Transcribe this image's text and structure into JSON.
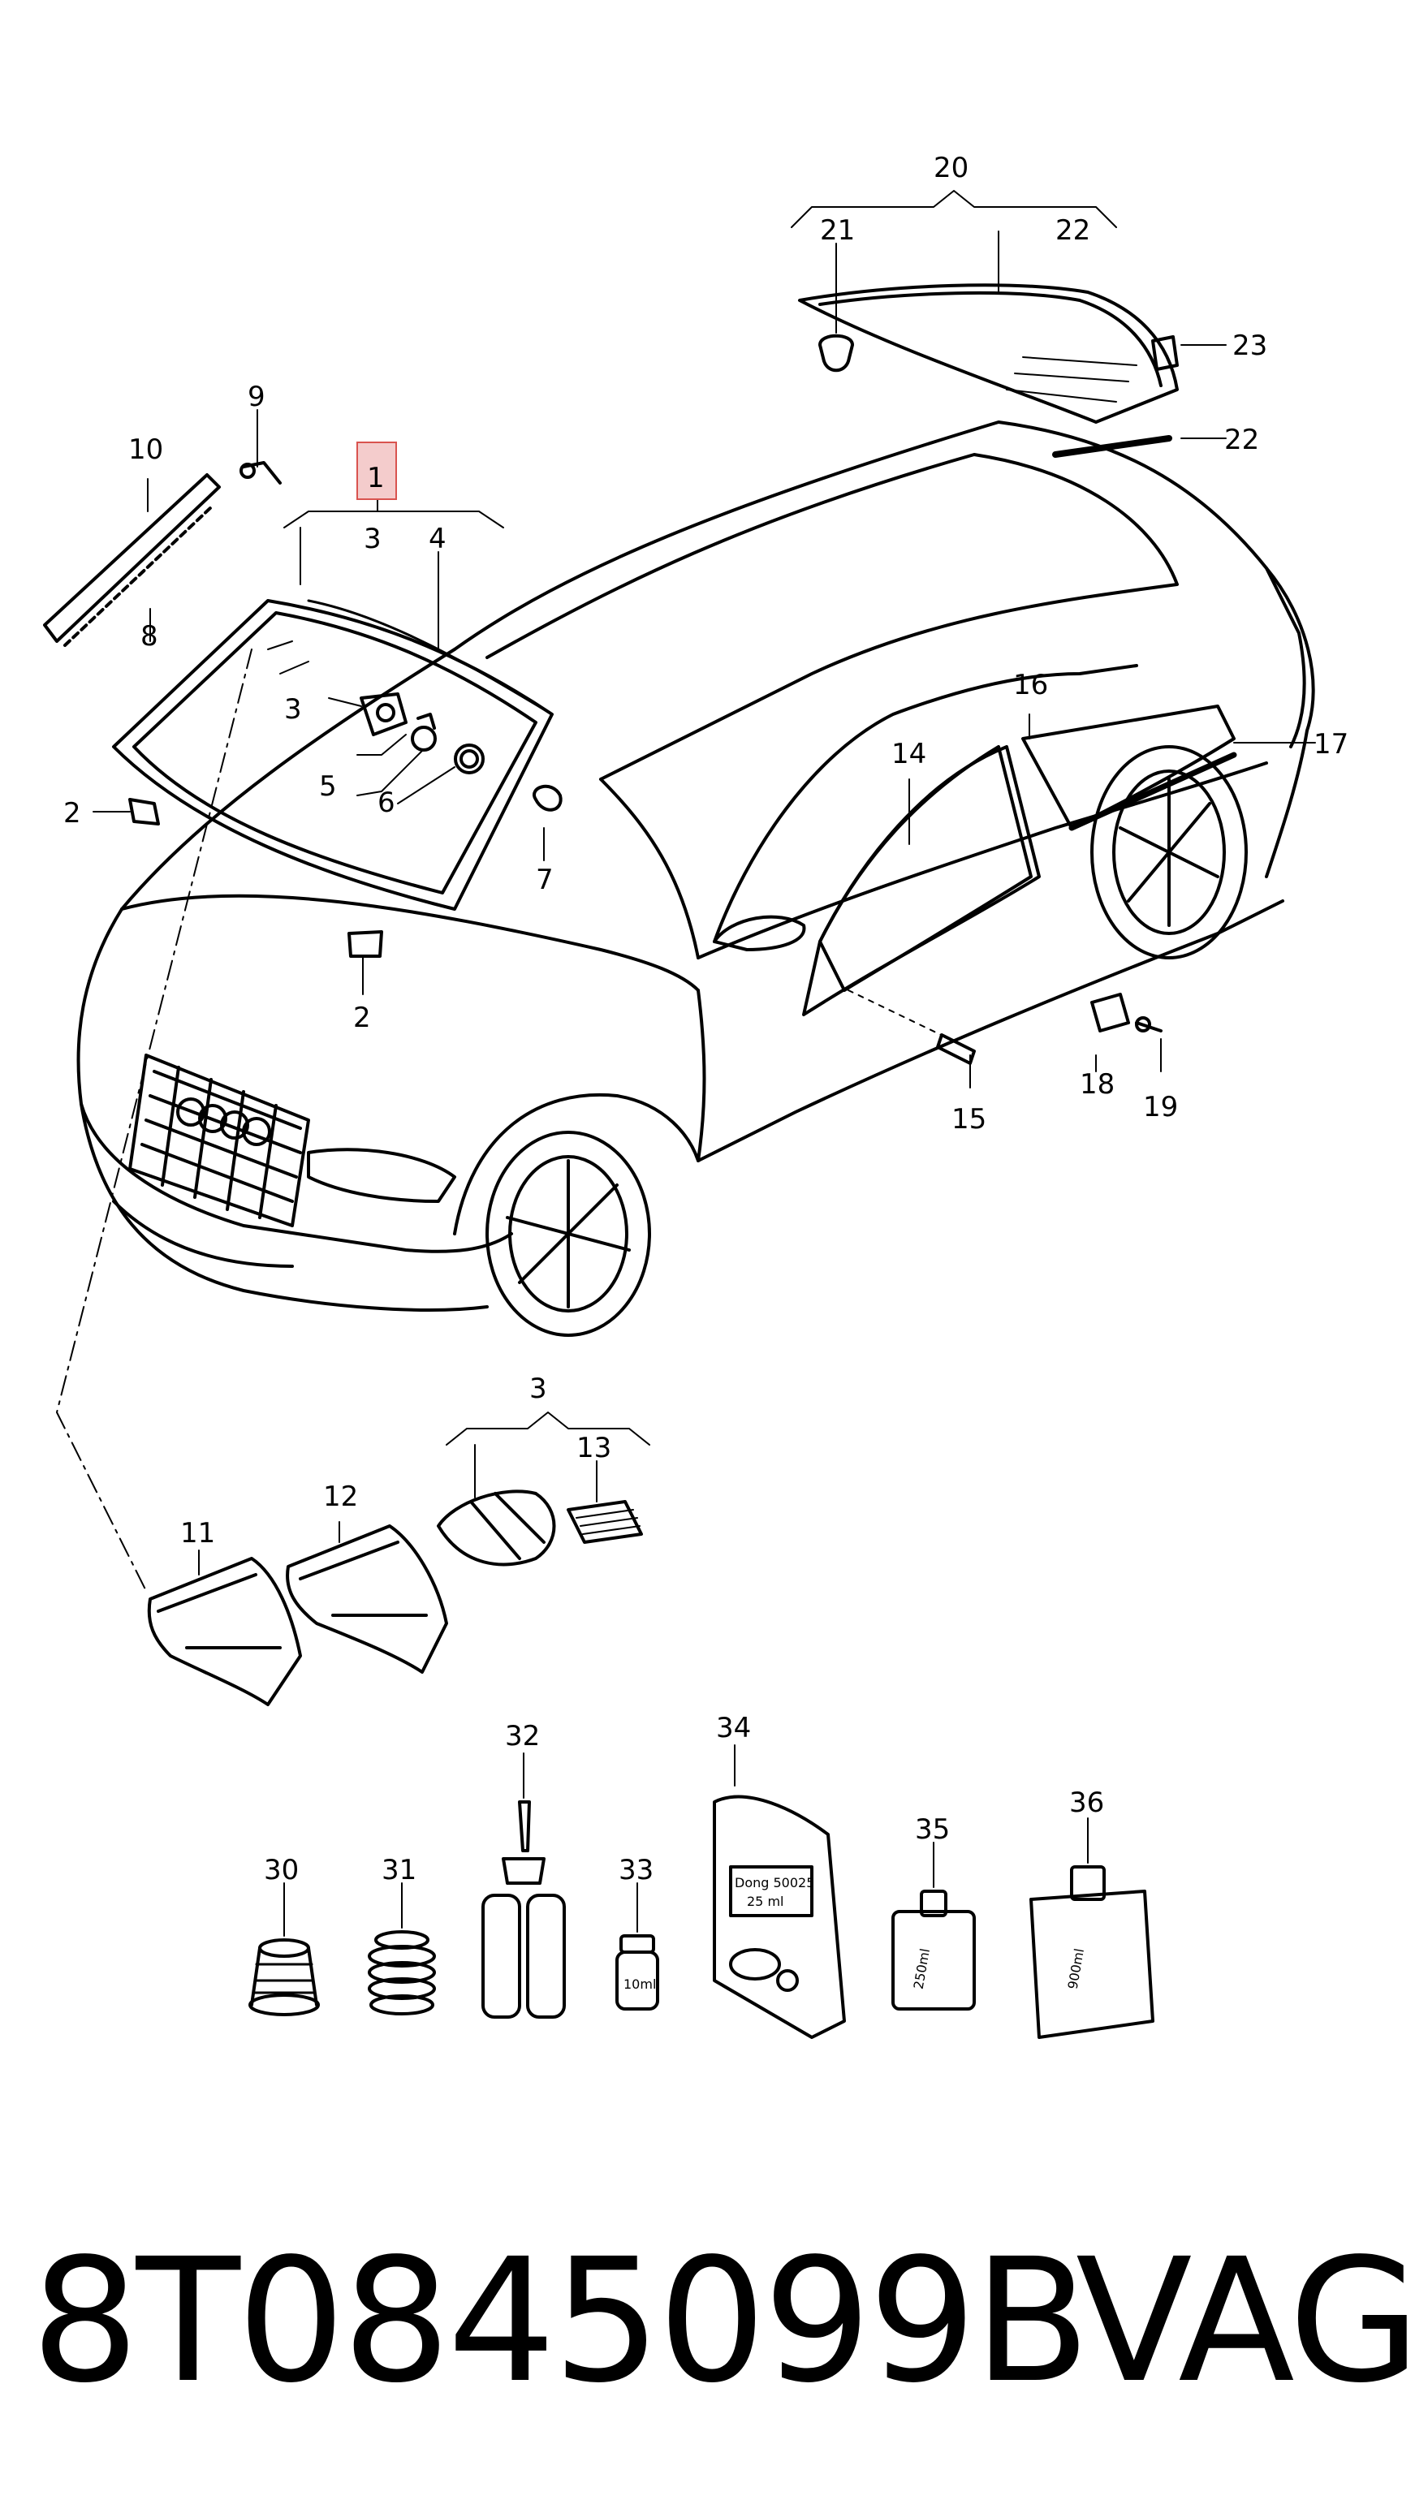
{
  "diagram": {
    "callouts": {
      "c1": "1",
      "c2a": "2",
      "c2b": "2",
      "c3a": "3",
      "c3b": "3",
      "c3c": "3",
      "c4": "4",
      "c5": "5",
      "c6": "6",
      "c7": "7",
      "c8": "8",
      "c9": "9",
      "c10": "10",
      "c11": "11",
      "c12": "12",
      "c13": "13",
      "c14": "14",
      "c15": "15",
      "c16": "16",
      "c17": "17",
      "c18": "18",
      "c19": "19",
      "c20": "20",
      "c21": "21",
      "c22a": "22",
      "c22b": "22",
      "c23": "23",
      "c30": "30",
      "c31": "31",
      "c32": "32",
      "c33": "33",
      "c34": "34",
      "c35": "35",
      "c36": "36"
    },
    "product_labels": {
      "bottle33": "10ml",
      "bag34_line1": "Dong 50025",
      "bag34_line2": "25 ml",
      "bottle35": "250ml",
      "bottle36": "900ml"
    },
    "highlight_color": "#f4cccc",
    "highlight_border": "#d9534f"
  },
  "caption": {
    "part_number": "8T0845099B",
    "brand": "VAG"
  }
}
